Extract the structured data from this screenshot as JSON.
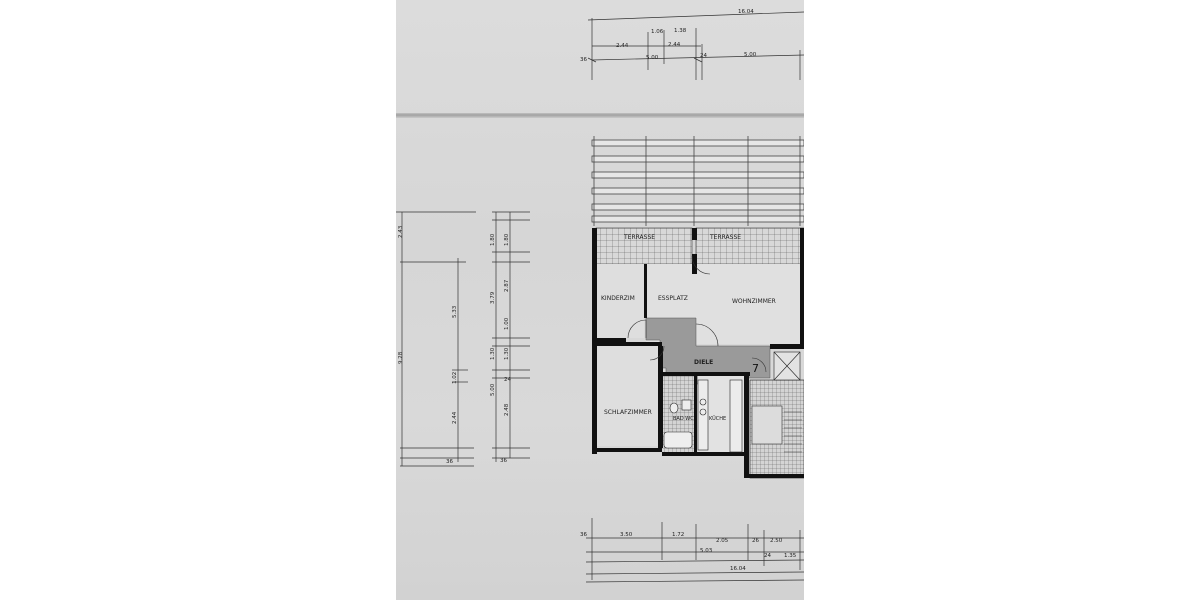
{
  "rooms": {
    "terrasse_left": "TERRASSE",
    "terrasse_right": "TERRASSE",
    "kinderzim": "KINDERZIM",
    "essplatz": "ESSPLATZ",
    "wohnzimmer": "WOHNZIMMER",
    "diele": "DIELE",
    "schlafzimmer": "SCHLAFZIMMER",
    "bad": "BAD WC",
    "kuche": "KÜCHE"
  },
  "dimensions_top": {
    "total": "16.04",
    "d1": "1.06",
    "d2": "1.38",
    "d3": "2.44",
    "d4": "2.44",
    "d5": "5.00",
    "d6": "5.00",
    "d7": "24",
    "d8": "36"
  },
  "dimensions_left_outer": {
    "total": "9.28",
    "d1": "2.43",
    "d2": "5.33",
    "d3": "1.02",
    "d4": "2.44",
    "d5": "36"
  },
  "dimensions_left_inner": {
    "d1": "1.80",
    "d2": "1.80",
    "d3": "3.79",
    "d4": "2.87",
    "d5": "1.30",
    "d6": "1.30",
    "d7": "1.00",
    "d8": "5.00",
    "d9": "2.48",
    "d10": "24",
    "d11": "36"
  },
  "dimensions_bottom": {
    "d1": "36",
    "d2": "3.50",
    "d3": "1.72",
    "d4": "2.05",
    "d5": "2.50",
    "d6": "26",
    "d7": "5.03",
    "d8": "24",
    "d9": "1.35",
    "total": "16.04"
  }
}
